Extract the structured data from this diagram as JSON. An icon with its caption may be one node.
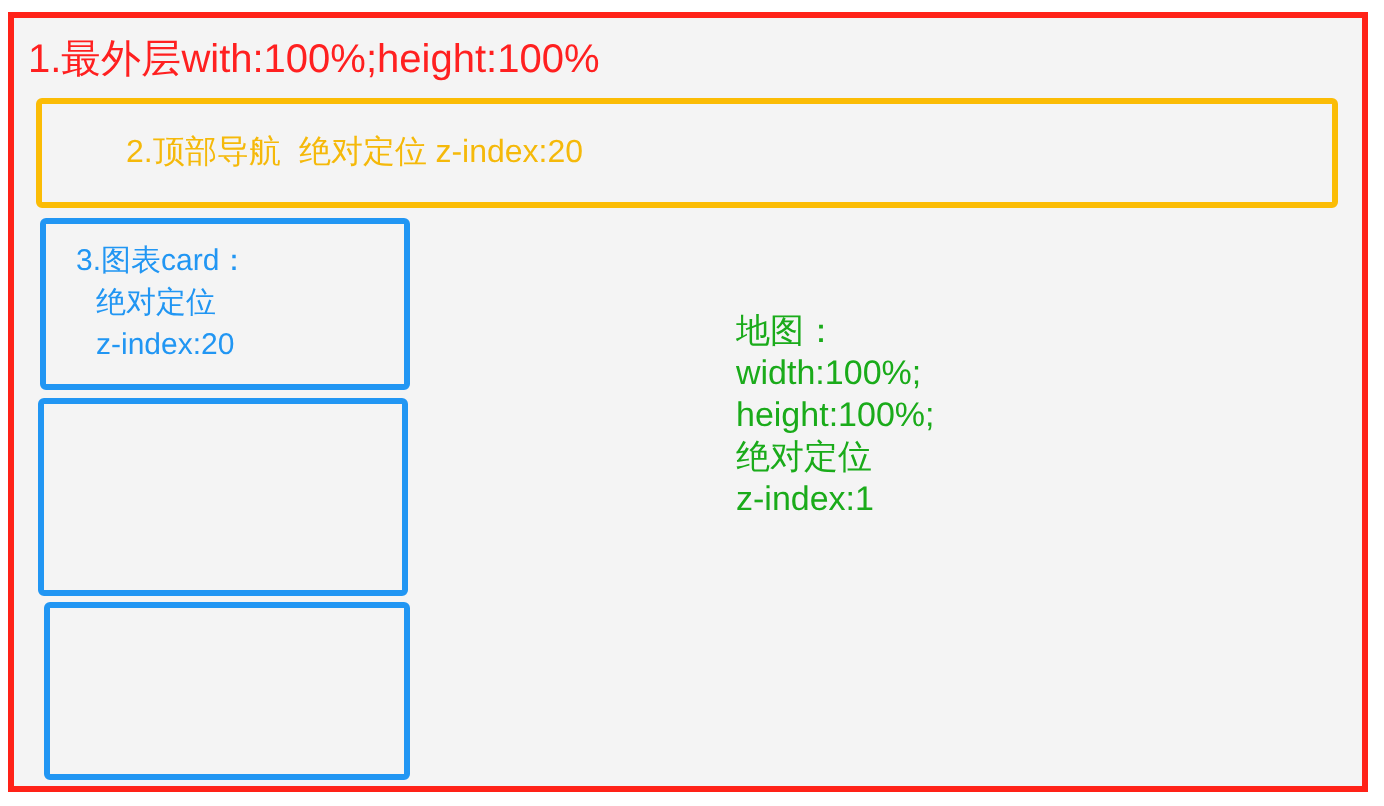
{
  "diagram": {
    "nodes": [
      {
        "text": [
          "1.最外层with:100%;height:100%"
        ]
      },
      {
        "text": [
          "2.顶部导航  绝对定位 z-index:20"
        ],
        "in": 0
      },
      {
        "text": [
          "3.图表card：绝对定位z-index:20"
        ],
        "in": 0
      },
      {
        "text": [],
        "shape": "box",
        "in": 0
      },
      {
        "text": [],
        "shape": "box",
        "in": 0
      }
    ],
    "labels": [
      "地图：width:100%; height:100%;绝对定位z-index:1"
    ]
  }
}
